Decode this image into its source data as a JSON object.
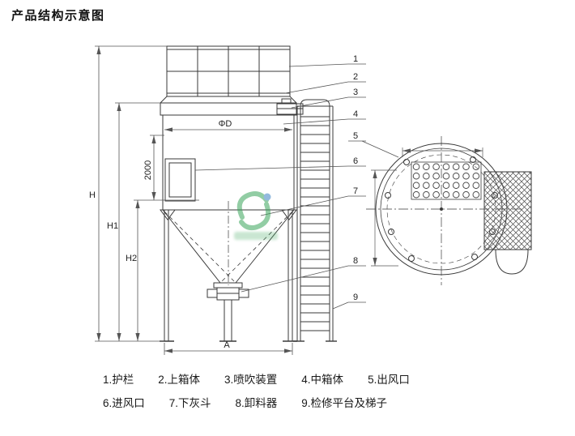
{
  "title": "产品结构示意图",
  "dims": {
    "H": "H",
    "H1": "H1",
    "H2": "H2",
    "v2000": "2000",
    "phiD": "ΦD",
    "A": "A"
  },
  "parts": [
    "1",
    "2",
    "3",
    "4",
    "5",
    "6",
    "7",
    "8",
    "9"
  ],
  "legend": {
    "row1": [
      "1.护栏",
      "2.上箱体",
      "3.喷吹装置",
      "4.中箱体",
      "5.出风口"
    ],
    "row2": [
      "6.进风口",
      "7.下灰斗",
      "8.卸料器",
      "9.检修平台及梯子"
    ]
  },
  "watermark": {
    "logo_color": "#3aa55a",
    "accent_color": "#3b82c4"
  },
  "colors": {
    "line": "#3a3a3a",
    "dim_line": "#555555",
    "text": "#1a1a1a"
  }
}
